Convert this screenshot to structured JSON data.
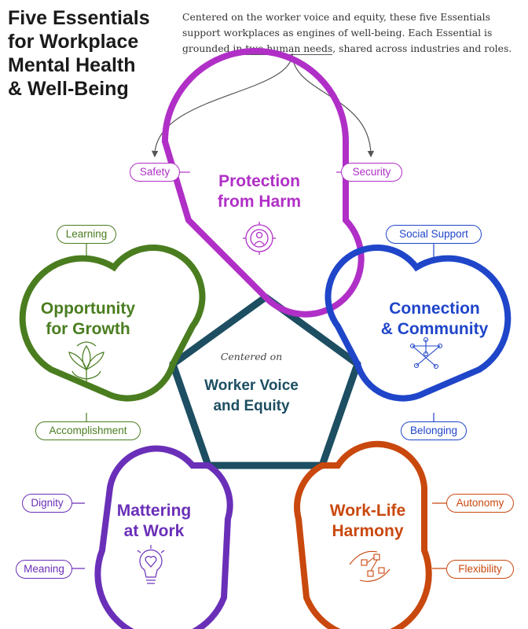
{
  "title": {
    "lines": [
      "Five Essentials",
      "for Workplace",
      "Mental Health",
      "& Well-Being"
    ]
  },
  "intro": {
    "before": "Centered on the worker voice and equity, these five Essentials support workplaces as engines of well-being. Each Essential is grounded in ",
    "highlight": "two human needs",
    "after": ", shared across industries and roles."
  },
  "center": {
    "subtitle": "Centered on",
    "title_lines": [
      "Worker Voice",
      "and Equity"
    ]
  },
  "colors": {
    "protection": "#b02fc7",
    "connection": "#1f45c9",
    "harmony": "#c9480e",
    "mattering": "#6a2fb8",
    "growth": "#4a7d1f",
    "center": "#1d4e62"
  },
  "essentials": [
    {
      "key": "protection",
      "title_lines": [
        "Protection",
        "from Harm"
      ],
      "needs": [
        "Safety",
        "Security"
      ],
      "icon": "person-shield-icon"
    },
    {
      "key": "connection",
      "title_lines": [
        "Connection",
        "& Community"
      ],
      "needs": [
        "Social Support",
        "Belonging"
      ],
      "icon": "network-icon"
    },
    {
      "key": "harmony",
      "title_lines": [
        "Work-Life",
        "Harmony"
      ],
      "needs": [
        "Autonomy",
        "Flexibility"
      ],
      "icon": "flow-nodes-icon"
    },
    {
      "key": "mattering",
      "title_lines": [
        "Mattering",
        "at Work"
      ],
      "needs": [
        "Dignity",
        "Meaning"
      ],
      "icon": "lightbulb-heart-icon"
    },
    {
      "key": "growth",
      "title_lines": [
        "Opportunity",
        "for Growth"
      ],
      "needs": [
        "Learning",
        "Accomplishment"
      ],
      "icon": "flower-icon"
    }
  ]
}
